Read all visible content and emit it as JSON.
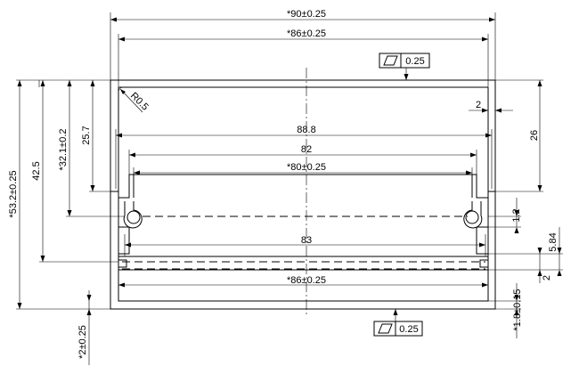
{
  "dims": {
    "overall_width": "*90±0.25",
    "inner_width_top": "*86±0.25",
    "inner_width_bottom": "*86±0.25",
    "top_inner": "88.8",
    "rail_span": "82",
    "slot_span": "*80±0.25",
    "base_span": "83",
    "overall_height": "*53.2±0.25",
    "height_42": "42.5",
    "height_32": "*32.1±0.2",
    "height_25": "25.7",
    "radius": "R0.5",
    "right_26": "26",
    "right_2": "2",
    "right_1_2": "1.2",
    "right_5_84": "5.84",
    "right_2b": "2",
    "wall_thickness": "*1.8±0.15",
    "base_thickness": "*2±0.25"
  },
  "tolerance_top": {
    "symbol": "parallelogram",
    "value": "0.25"
  },
  "tolerance_bottom": {
    "symbol": "parallelogram",
    "value": "0.25"
  }
}
